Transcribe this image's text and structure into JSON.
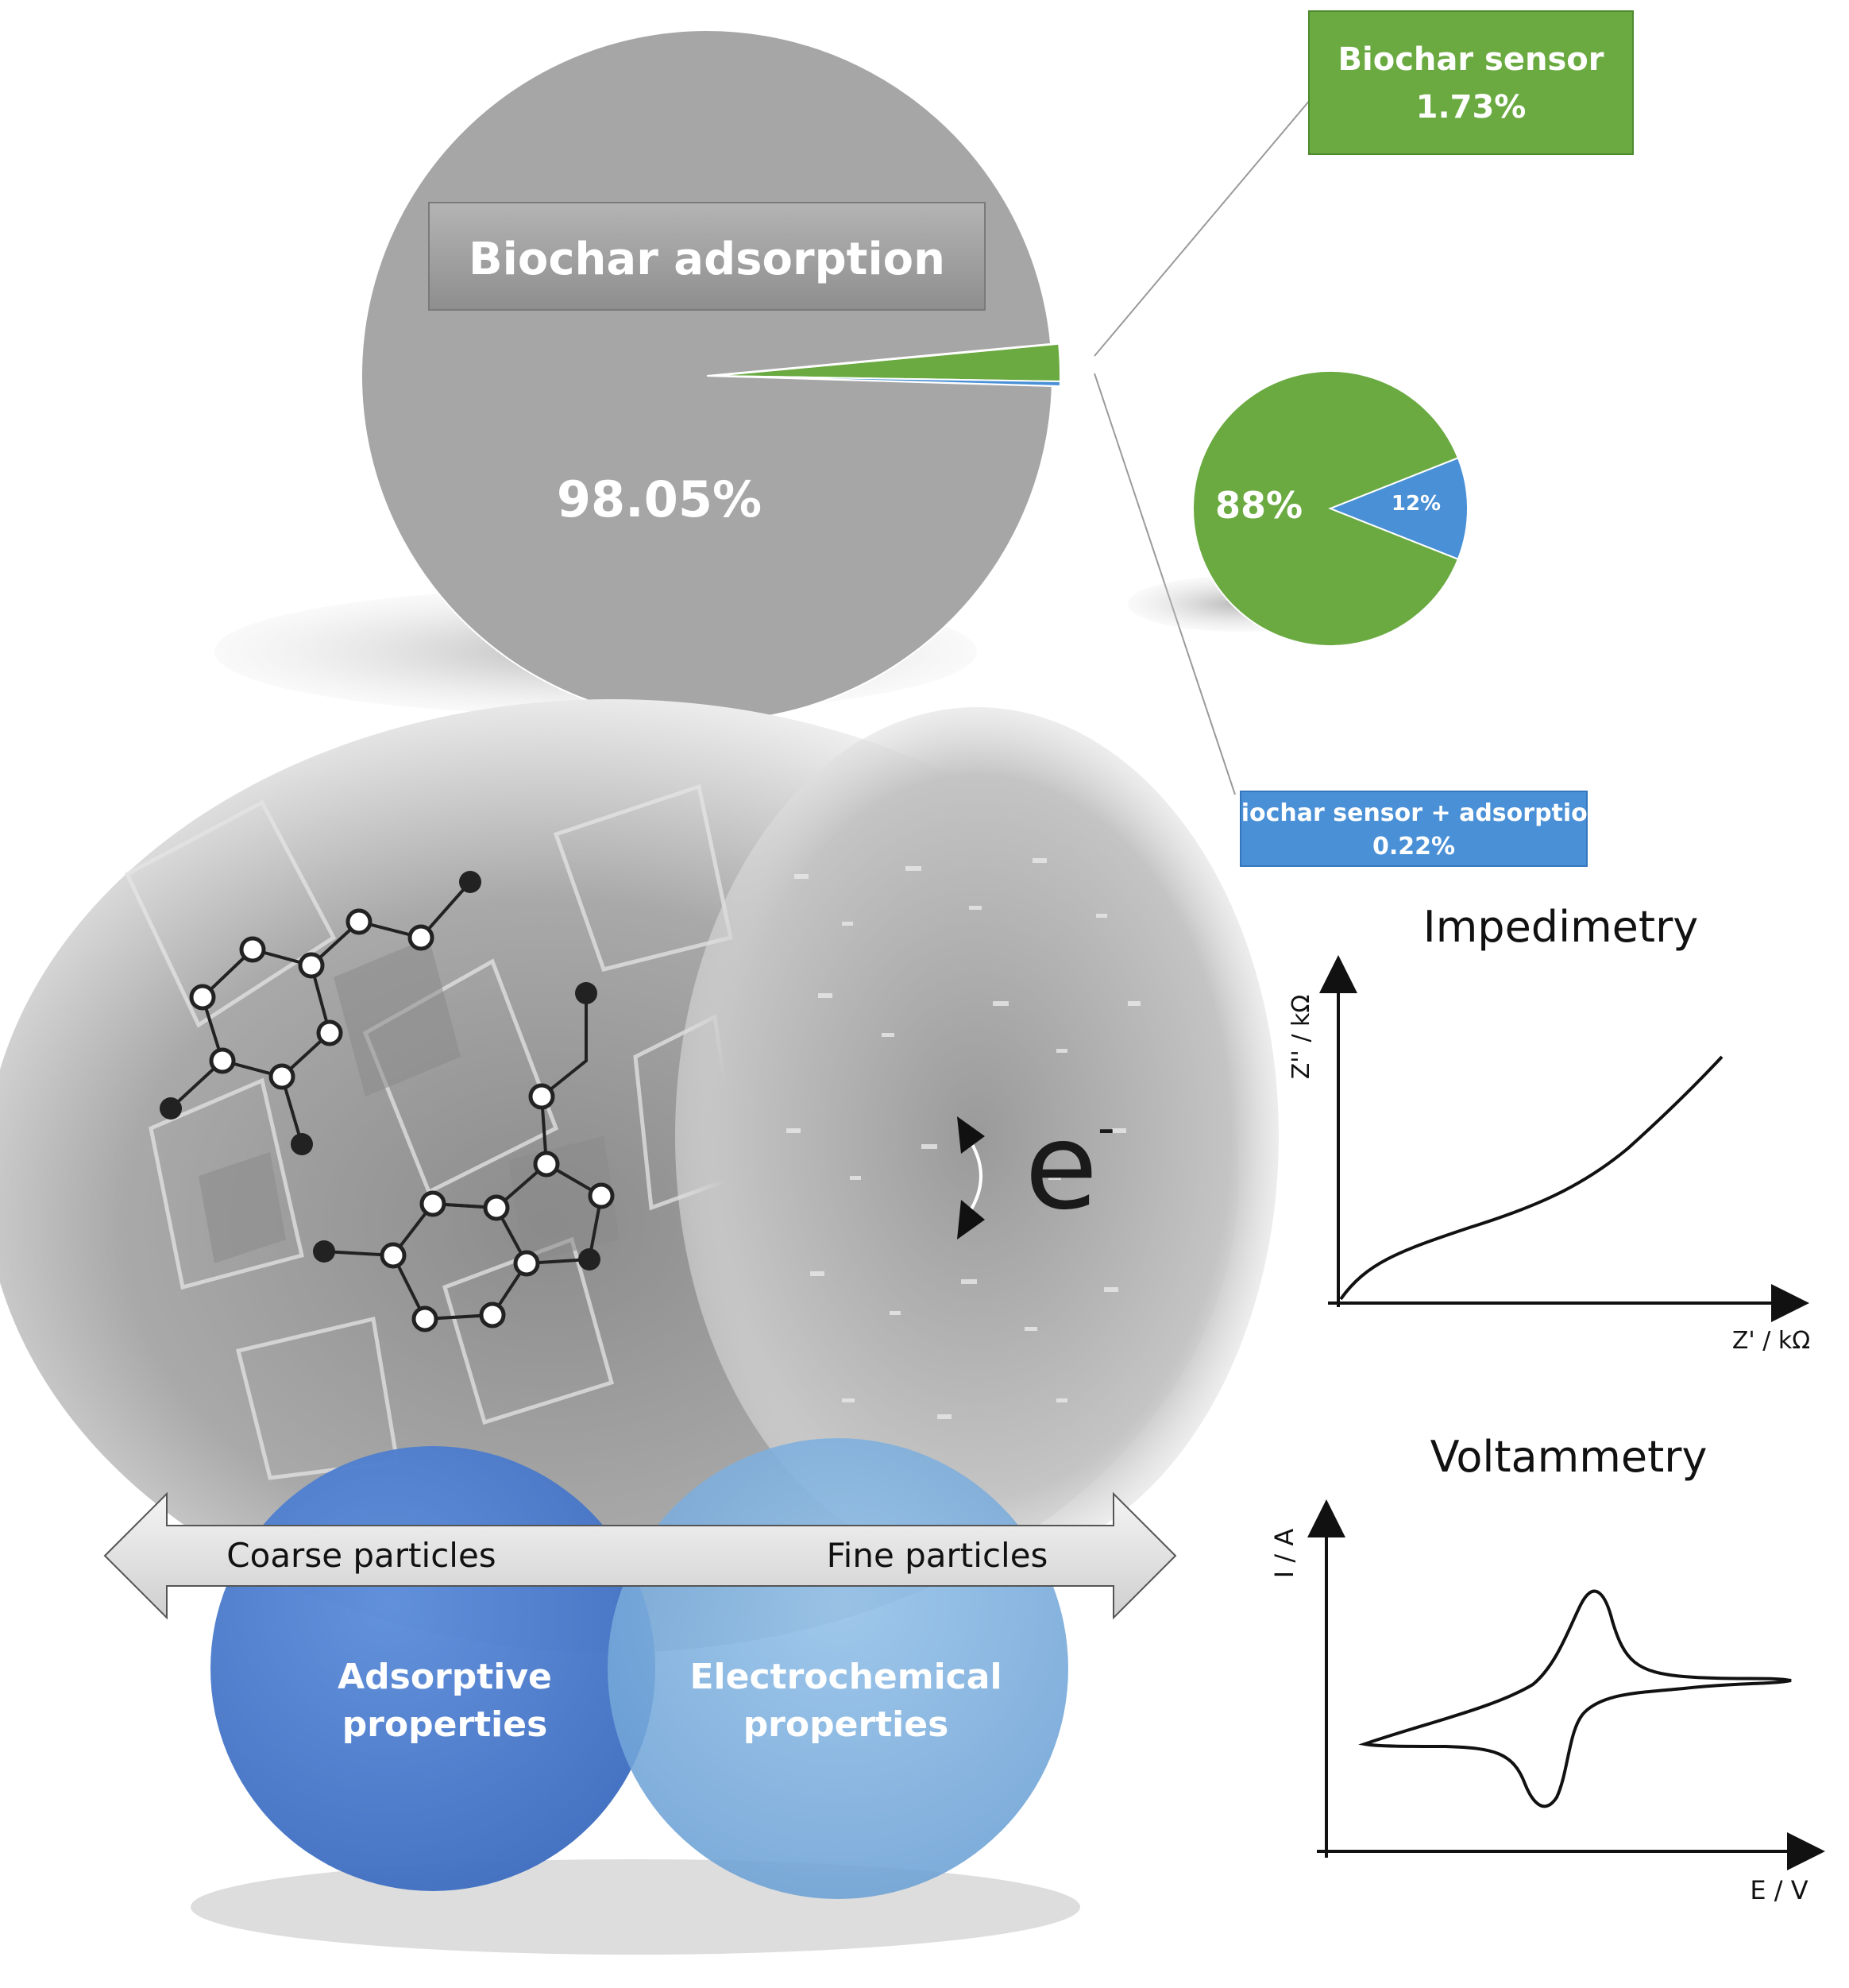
{
  "big_pie": {
    "label": "Biochar adsorption",
    "value_text": "98.05%",
    "values": [
      98.05,
      1.73,
      0.22
    ],
    "colors": [
      "#a6a6a6",
      "#6aaa41",
      "#4a90d6"
    ]
  },
  "callout_sensor": {
    "line1": "Biochar sensor",
    "line2": "1.73%",
    "color": "#6aaa41"
  },
  "callout_combined": {
    "line1": "Biochar sensor + adsorption",
    "line2": "0.22%",
    "color": "#4a90d6"
  },
  "small_pie": {
    "values": [
      88,
      12
    ],
    "labels": [
      "88%",
      "12%"
    ],
    "colors": [
      "#6aaa41",
      "#4a90d6"
    ]
  },
  "sem": {
    "electron_symbol": "e",
    "electron_charge": "-"
  },
  "particle_arrow": {
    "left_label": "Coarse particles",
    "right_label": "Fine particles"
  },
  "venn": {
    "left": {
      "line1": "Adsorptive",
      "line2": "properties",
      "color": "#4f7fcc"
    },
    "right": {
      "line1": "Electrochemical",
      "line2": "properties",
      "color": "#7fb0de"
    }
  },
  "impedimetry": {
    "title": "Impedimetry",
    "xlabel": "Z' / kΩ",
    "ylabel": "Z'' / kΩ"
  },
  "voltammetry": {
    "title": "Voltammetry",
    "xlabel": "E / V",
    "ylabel": "I / A"
  }
}
